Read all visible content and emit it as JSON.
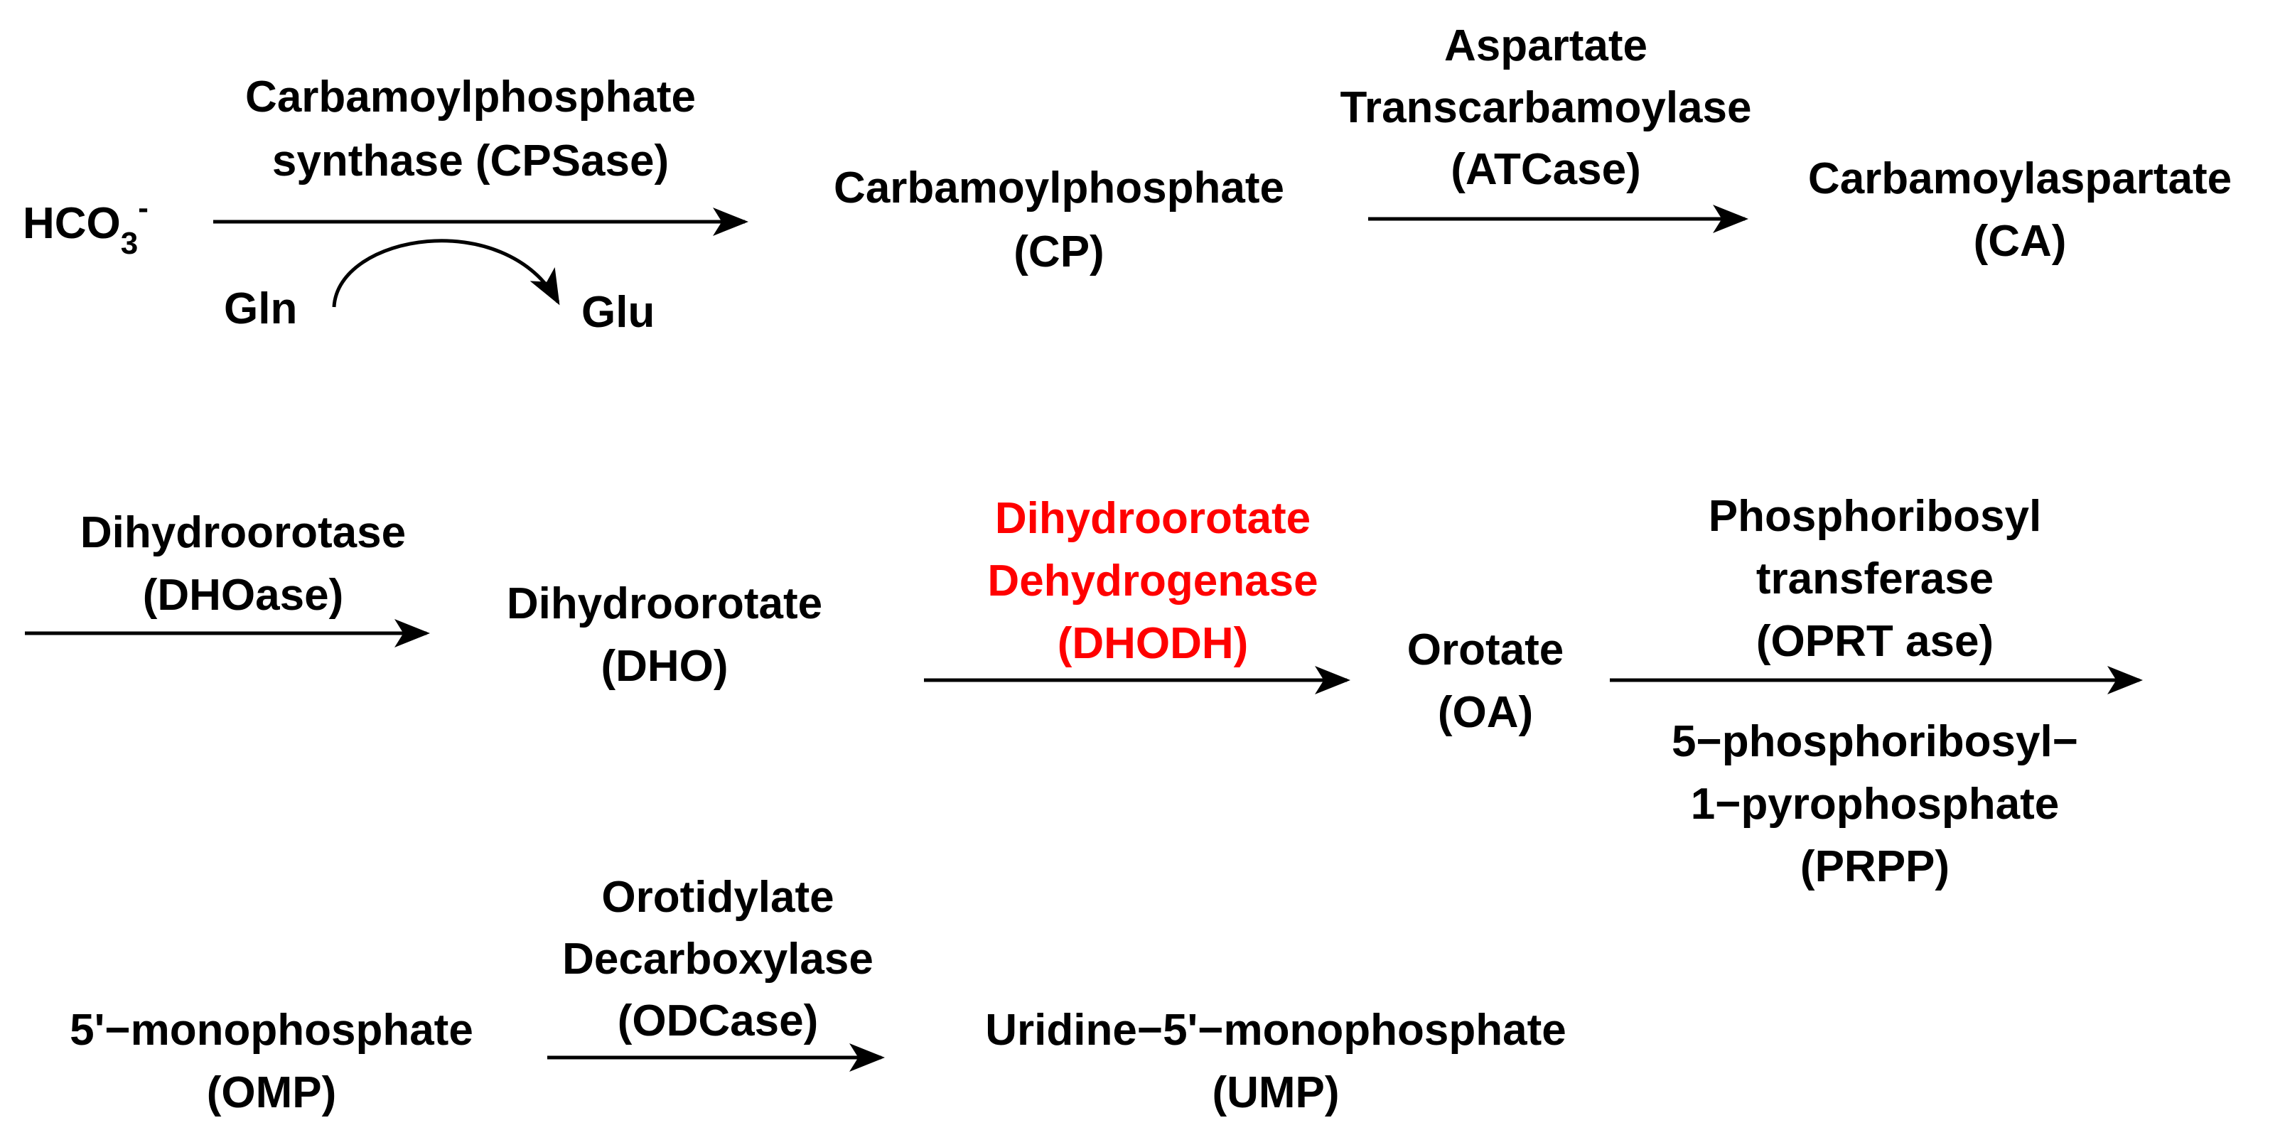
{
  "row1": {
    "substrate": {
      "main": "HCO",
      "sub": "3",
      "sup": "-"
    },
    "enzyme1": {
      "line1": "Carbamoylphosphate",
      "line2": "synthase (CPSase)"
    },
    "cofactor_in": "Gln",
    "cofactor_out": "Glu",
    "product1": {
      "line1": "Carbamoylphosphate",
      "line2": "(CP)"
    },
    "enzyme2": {
      "line1": "Aspartate",
      "line2": "Transcarbamoylase",
      "line3": "(ATCase)"
    },
    "product2": {
      "line1": "Carbamoylaspartate",
      "line2": "(CA)"
    }
  },
  "row2": {
    "enzyme3": {
      "line1": "Dihydroorotase",
      "line2": "(DHOase)"
    },
    "product3": {
      "line1": "Dihydroorotate",
      "line2": "(DHO)"
    },
    "enzyme4": {
      "line1": "Dihydroorotate",
      "line2": "Dehydrogenase",
      "line3": "(DHODH)"
    },
    "product4": {
      "line1": "Orotate",
      "line2": "(OA)"
    },
    "enzyme5": {
      "line1": "Phosphoribosyl",
      "line2": "transferase",
      "line3": "(OPRT ase)"
    },
    "cosubstrate": {
      "line1": "5−phosphoribosyl−",
      "line2": "1−pyrophosphate",
      "line3": "(PRPP)"
    }
  },
  "row3": {
    "substrate": {
      "line1": "5'−monophosphate",
      "line2": "(OMP)"
    },
    "enzyme6": {
      "line1": "Orotidylate",
      "line2": "Decarboxylase",
      "line3": "(ODCase)"
    },
    "product": {
      "line1": "Uridine−5'−monophosphate",
      "line2": "(UMP)"
    }
  },
  "colors": {
    "text": "#000000",
    "highlight": "#ff0000"
  }
}
